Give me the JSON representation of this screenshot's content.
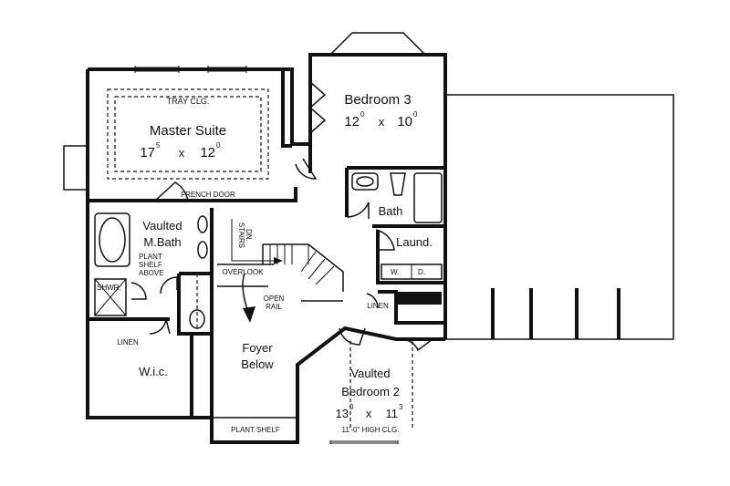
{
  "rooms": {
    "master_suite": {
      "name": "Master Suite",
      "dim_a": "17",
      "dim_a_sup": "5",
      "dim_b": "12",
      "dim_b_sup": "0",
      "ceiling": "TRAY CLG."
    },
    "bedroom_3": {
      "name": "Bedroom 3",
      "dim_a": "12",
      "dim_a_sup": "0",
      "dim_b": "10",
      "dim_b_sup": "0"
    },
    "bedroom_2": {
      "line1": "Vaulted",
      "line2": "Bedroom 2",
      "dim_a": "13",
      "dim_a_sup": "0",
      "dim_b": "11",
      "dim_b_sup": "3",
      "ceiling": "11'-0\" HIGH CLG."
    },
    "bath": {
      "name": "Bath"
    },
    "laundry": {
      "name": "Laund."
    },
    "master_bath": {
      "line1": "Vaulted",
      "line2": "M.Bath"
    },
    "wic": {
      "name": "W.i.c."
    },
    "foyer": {
      "line1": "Foyer",
      "line2": "Below"
    }
  },
  "labels": {
    "french_door": "FRENCH DOOR",
    "plant_shelf_above": [
      "PLANT",
      "SHELF",
      "ABOVE"
    ],
    "shower": "SHWR.",
    "linen_wic": "LINEN",
    "linen_hall": "LINEN",
    "stairs": [
      "STAIRS",
      "DN."
    ],
    "overlook": "OVERLOOK",
    "open_rail": [
      "OPEN",
      "RAIL"
    ],
    "plant_shelf": "PLANT SHELF",
    "washer": "W.",
    "dryer": "D.",
    "times": "x"
  }
}
